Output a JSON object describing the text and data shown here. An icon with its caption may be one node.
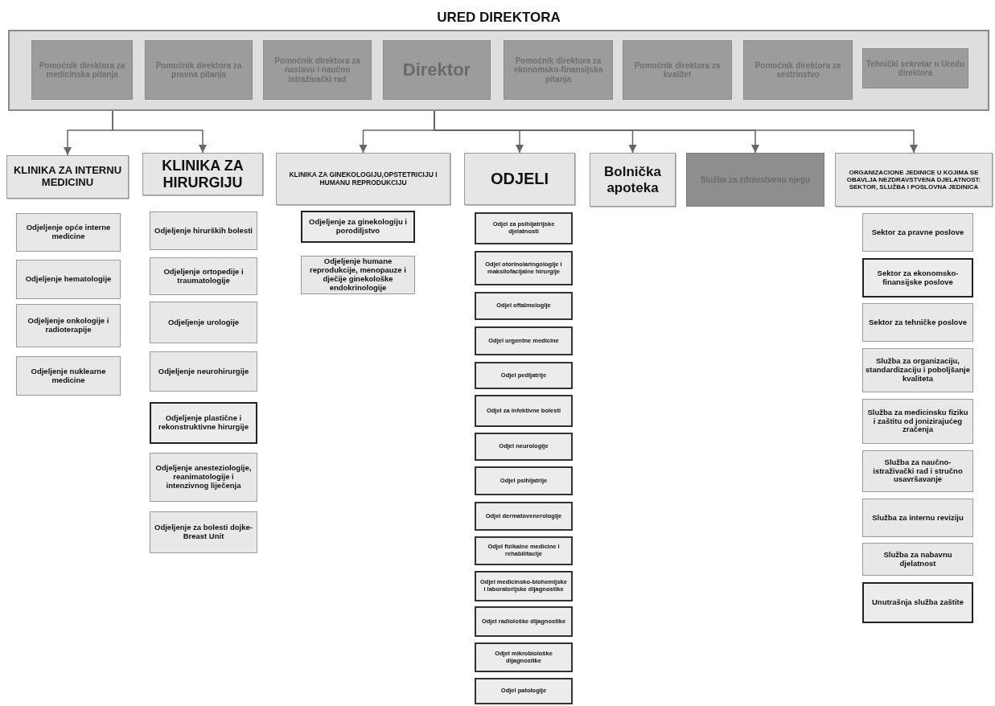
{
  "diagram": {
    "nodes": [
      {
        "text": [
          "URED DIREKTORA"
        ]
      },
      {
        "text": [
          "Pomoćnik direktora za medicinska pitanja"
        ],
        "in": 0
      },
      {
        "text": [
          "Pomoćnik direktora za pravna pitanja"
        ],
        "in": 0
      },
      {
        "text": [
          "Pomoćnik direktora za nastavu i naučno istraživački rad"
        ],
        "in": 0
      },
      {
        "text": [
          "Direktor"
        ],
        "in": 0
      },
      {
        "text": [
          "Pomoćnik direktora za ekonomsko-finansijska pitanja"
        ],
        "in": 0
      },
      {
        "text": [
          "Pomoćnik direktora za kvalitet"
        ],
        "in": 0
      },
      {
        "text": [
          "Pomoćnik direktora za sestrinstvo"
        ],
        "in": 0
      },
      {
        "text": [
          "Tehnički sekretar u Uredu direktora"
        ],
        "in": 0
      },
      {
        "text": [
          "KLINIKA ZA INTERNU MEDICINU"
        ]
      },
      {
        "text": [
          "KLINIKA ZA HIRURGIJU"
        ]
      },
      {
        "text": [
          "KLINIKA ZA GINEKOLOGIJU,OPSTETRICIJU I HUMANU REPRODUKCIJU"
        ]
      },
      {
        "text": [
          "ODJELI"
        ]
      },
      {
        "text": [
          "Bolnička apoteka"
        ]
      },
      {
        "text": [
          "Služba za zdravstvenu njegu"
        ]
      },
      {
        "text": [
          "ORGANIZACIONE JEDINICE U KOJIMA SE OBAVLJA NEZDRAVSTVENA DJELATNOST: SEKTOR, SLUŽBA I POSLOVNA JEDINICA"
        ]
      },
      {
        "text": [
          "Odjeljenje opće interne medicine"
        ]
      },
      {
        "text": [
          "Odjeljenje hematologije"
        ]
      },
      {
        "text": [
          "Odjeljenje onkologije i radioterapije"
        ]
      },
      {
        "text": [
          "Odjeljenje nuklearne medicine"
        ]
      },
      {
        "text": [
          "Odjeljenje hirurških bolesti"
        ]
      },
      {
        "text": [
          "Odjeljenje ortopedije i traumatologije"
        ]
      },
      {
        "text": [
          "Odjeljenje urologije"
        ]
      },
      {
        "text": [
          "Odjeljenje neurohirurgije"
        ]
      },
      {
        "text": [
          "Odjeljenje plastične i rekonstruktivne hirurgije"
        ]
      },
      {
        "text": [
          "Odjeljenje anesteziologije, reanimatologije i intenzivnog liječenja"
        ]
      },
      {
        "text": [
          "Odjeljenje za bolesti dojke-Breast Unit"
        ]
      },
      {
        "text": [
          "Odjeljenje za ginekologiju i porodiljstvo"
        ]
      },
      {
        "text": [
          "Odjeljenje humane reprodukcije, menopauze i dječije ginekološke endokrinologije"
        ]
      },
      {
        "text": [
          "Odjel za psihijatrijske djelatnosti"
        ]
      },
      {
        "text": [
          "Odjel otorinolaringologije i maksilofacijalne hirurgije"
        ]
      },
      {
        "text": [
          "Odjel oftalmologije"
        ]
      },
      {
        "text": [
          "Odjel urgentne medicine"
        ]
      },
      {
        "text": [
          "Odjel pedijatrije"
        ]
      },
      {
        "text": [
          "Odjel za infektivne bolesti"
        ]
      },
      {
        "text": [
          "Odjel neurologije"
        ]
      },
      {
        "text": [
          "Odjel psihijatrije"
        ]
      },
      {
        "text": [
          "Odjel dermatovenerologije"
        ]
      },
      {
        "text": [
          "Odjel fizikalne medicine i rehabilitacije"
        ]
      },
      {
        "text": [
          "Odjel medicinsko-biohemijske i laboratorijske dijagnostike"
        ]
      },
      {
        "text": [
          "Odjel radiološke dijagnostike"
        ]
      },
      {
        "text": [
          "Odjel mikrobiološke dijagnostike"
        ]
      },
      {
        "text": [
          "Odjel patologije"
        ]
      },
      {
        "text": [
          "Sektor za pravne poslove"
        ]
      },
      {
        "text": [
          "Sektor za ekonomsko-finansijske poslove"
        ]
      },
      {
        "text": [
          "Sektor za tehničke poslove"
        ]
      },
      {
        "text": [
          "Služba za organizaciju, standardizaciju i poboljšanje kvaliteta"
        ]
      },
      {
        "text": [
          "Služba za medicinsku fiziku i zaštitu od jonizirajućeg zračenja"
        ]
      },
      {
        "text": [
          "Služba za naučno-istraživački rad i stručno usavršavanje"
        ]
      },
      {
        "text": [
          "Služba za internu reviziju"
        ]
      },
      {
        "text": [
          "Služba za nabavnu djelatnost"
        ]
      },
      {
        "text": [
          "Unutrašnja služba zaštite"
        ]
      }
    ],
    "edges": [
      {
        "from": 0,
        "to": 9,
        "arrow": "to"
      },
      {
        "from": 0,
        "to": 10,
        "arrow": "to"
      },
      {
        "from": 0,
        "to": 11,
        "arrow": "to"
      },
      {
        "from": 0,
        "to": 12,
        "arrow": "to"
      },
      {
        "from": 0,
        "to": 13,
        "arrow": "to"
      },
      {
        "from": 0,
        "to": 14,
        "arrow": "to"
      },
      {
        "from": 0,
        "to": 15,
        "arrow": "to"
      }
    ]
  }
}
